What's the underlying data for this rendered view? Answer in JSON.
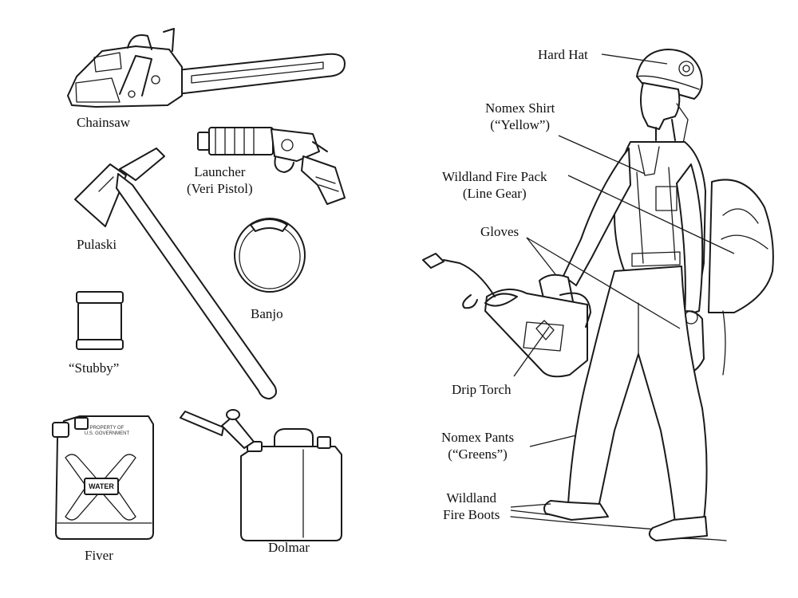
{
  "tools": {
    "chainsaw": "Chainsaw",
    "launcher_line1": "Launcher",
    "launcher_line2": "(Veri Pistol)",
    "pulaski": "Pulaski",
    "banjo": "Banjo",
    "stubby": "“Stubby”",
    "fiver": "Fiver",
    "fiver_tank_text": "WATER",
    "fiver_stamp_line1": "PROPERTY OF",
    "fiver_stamp_line2": "U.S. GOVERNMENT",
    "dolmar": "Dolmar"
  },
  "gear": {
    "hard_hat": "Hard Hat",
    "nomex_shirt_line1": "Nomex Shirt",
    "nomex_shirt_line2": "(“Yellow”)",
    "fire_pack_line1": "Wildland Fire Pack",
    "fire_pack_line2": "(Line Gear)",
    "gloves": "Gloves",
    "drip_torch": "Drip Torch",
    "nomex_pants_line1": "Nomex Pants",
    "nomex_pants_line2": "(“Greens”)",
    "boots_line1": "Wildland",
    "boots_line2": "Fire Boots"
  }
}
